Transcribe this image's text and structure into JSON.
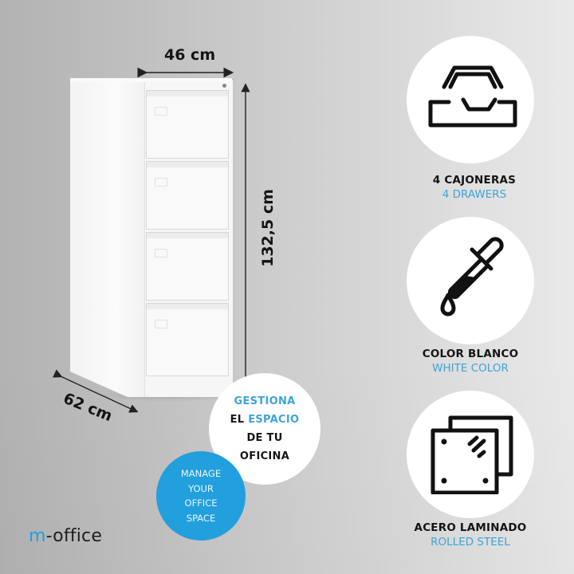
{
  "product": {
    "dimensions": {
      "width": "46 cm",
      "height": "132,5 cm",
      "depth": "62 cm"
    },
    "drawer_count": 4
  },
  "features": [
    {
      "icon": "drawer-tray-icon",
      "title": "4 CAJONERAS",
      "subtitle": "4 DRAWERS"
    },
    {
      "icon": "dropper-icon",
      "title": "COLOR BLANCO",
      "subtitle": "WHITE COLOR"
    },
    {
      "icon": "steel-sheets-icon",
      "title": "ACERO LAMINADO",
      "subtitle": "ROLLED STEEL"
    }
  ],
  "callout_es": {
    "line1": "GESTIONA",
    "line2_a": "EL ",
    "line2_b": "ESPACIO",
    "line3": "DE TU",
    "line4": "OFICINA"
  },
  "callout_en": {
    "line1": "MANAGE",
    "line2": "YOUR",
    "line3": "OFFICE",
    "line4": "SPACE"
  },
  "brand": {
    "prefix": "m",
    "suffix": "-office",
    "accent_color": "#229fdd"
  },
  "colors": {
    "accent_blue": "#3ea3d8",
    "text_dark": "#141414"
  }
}
